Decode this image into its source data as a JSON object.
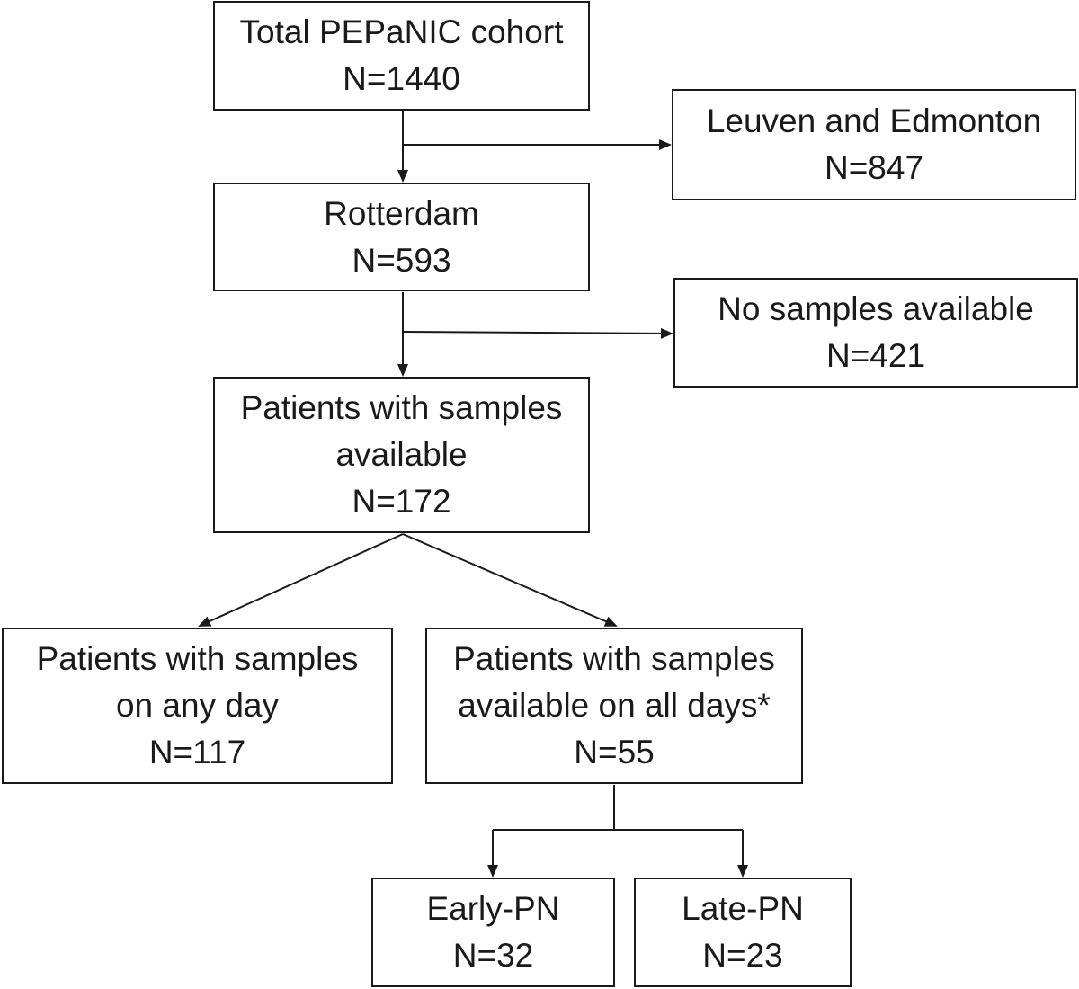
{
  "flowchart": {
    "total": {
      "title": "Total PEPaNIC cohort",
      "count": "N=1440"
    },
    "leuven_edmonton": {
      "title": "Leuven and Edmonton",
      "count": "N=847"
    },
    "rotterdam": {
      "title": "Rotterdam",
      "count": "N=593"
    },
    "no_samples": {
      "title": "No samples available",
      "count": "N=421"
    },
    "with_samples": {
      "title_line1": "Patients with samples",
      "title_line2": "available",
      "count": "N=172"
    },
    "any_day": {
      "title_line1": "Patients with samples",
      "title_line2": "on any day",
      "count": "N=117"
    },
    "all_days": {
      "title_line1": "Patients with samples",
      "title_line2": "available on all days*",
      "count": "N=55"
    },
    "early_pn": {
      "title": "Early-PN",
      "count": "N=32"
    },
    "late_pn": {
      "title": "Late-PN",
      "count": "N=23"
    }
  },
  "colors": {
    "line": "#1a1a1a",
    "box_border": "#1a1a1a",
    "background": "#ffffff"
  }
}
